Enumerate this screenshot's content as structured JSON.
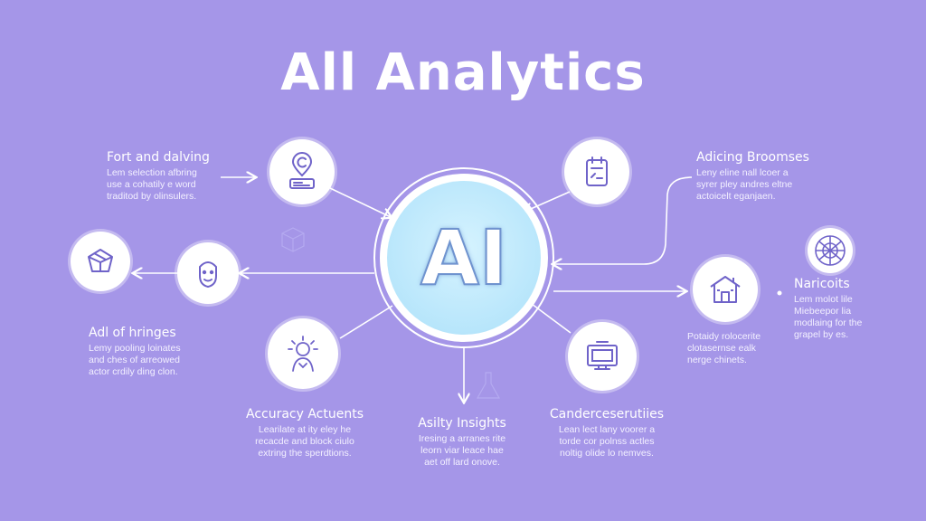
{
  "title": "All Analytics",
  "hub_text": "AI",
  "colors": {
    "background": "#a596e8",
    "line": "#ffffff",
    "icon_stroke": "#6f63c9",
    "hub_fill": "#b8e6fb"
  },
  "labels": {
    "top_left": {
      "heading": "Fort and dalving",
      "lines": [
        "Lem selection afbring",
        "use a cohatily e word",
        "traditod by olinsulers."
      ]
    },
    "mid_left": {
      "heading": "Adl of hringes",
      "lines": [
        "Lemy pooling loinates",
        "and ches of arreowed",
        "actor crdily ding clon."
      ]
    },
    "bottom_left": {
      "heading": "Accuracy Actuents",
      "lines": [
        "Learilate at ity eley he",
        "recacde and block ciulo",
        "extring the sperdtions."
      ]
    },
    "bottom_center": {
      "heading": "Asilty Insights",
      "lines": [
        "Iresing a arranes rite",
        "leorn viar leace hae",
        "aet off lard onove."
      ]
    },
    "bottom_right": {
      "heading": "Canderceserutiies",
      "lines": [
        "Lean lect lany voorer a",
        "torde cor polnss actles",
        "noltig olide lo nemves."
      ]
    },
    "top_right": {
      "heading": "Adicing Broomses",
      "lines": [
        "Leny eline nall lcoer a",
        "syrer pley andres eltne",
        "actoicelt eganjaen."
      ]
    },
    "right_mid": {
      "heading": "",
      "lines": [
        "Potaidy rolocerite",
        "clotasernse ealk",
        "nerge chinets."
      ]
    },
    "far_right": {
      "heading": "Naricoits",
      "lines": [
        "Lem molot lile",
        "Miebeepor lia",
        "modlaing for the",
        "grapel by es."
      ]
    }
  },
  "icons": {
    "top_left": "location-chat-icon",
    "top_right": "clipboard-icon",
    "left_outer": "box-icon",
    "left_inner": "face-icon",
    "bottom_left": "sun-person-icon",
    "bottom_right": "monitor-icon",
    "right": "house-icon",
    "far_right": "globe-icon"
  }
}
